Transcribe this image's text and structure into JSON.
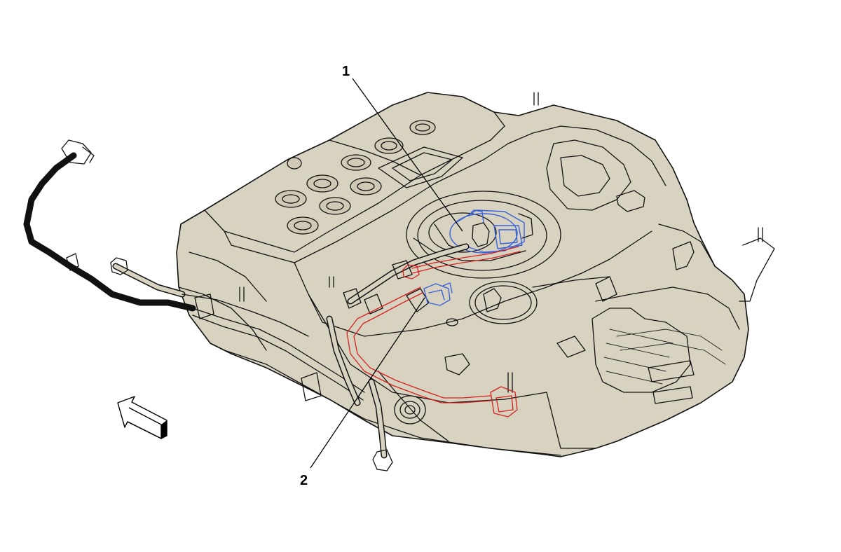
{
  "callouts": [
    {
      "id": "1",
      "label": "1"
    },
    {
      "id": "2",
      "label": "2"
    }
  ],
  "colors": {
    "tank_fill": "#d8d3c1",
    "highlight_red": "#d62020",
    "highlight_blue": "#3a62d8",
    "outline": "#111111"
  },
  "icons": {
    "direction": "forward-arrow-icon"
  }
}
